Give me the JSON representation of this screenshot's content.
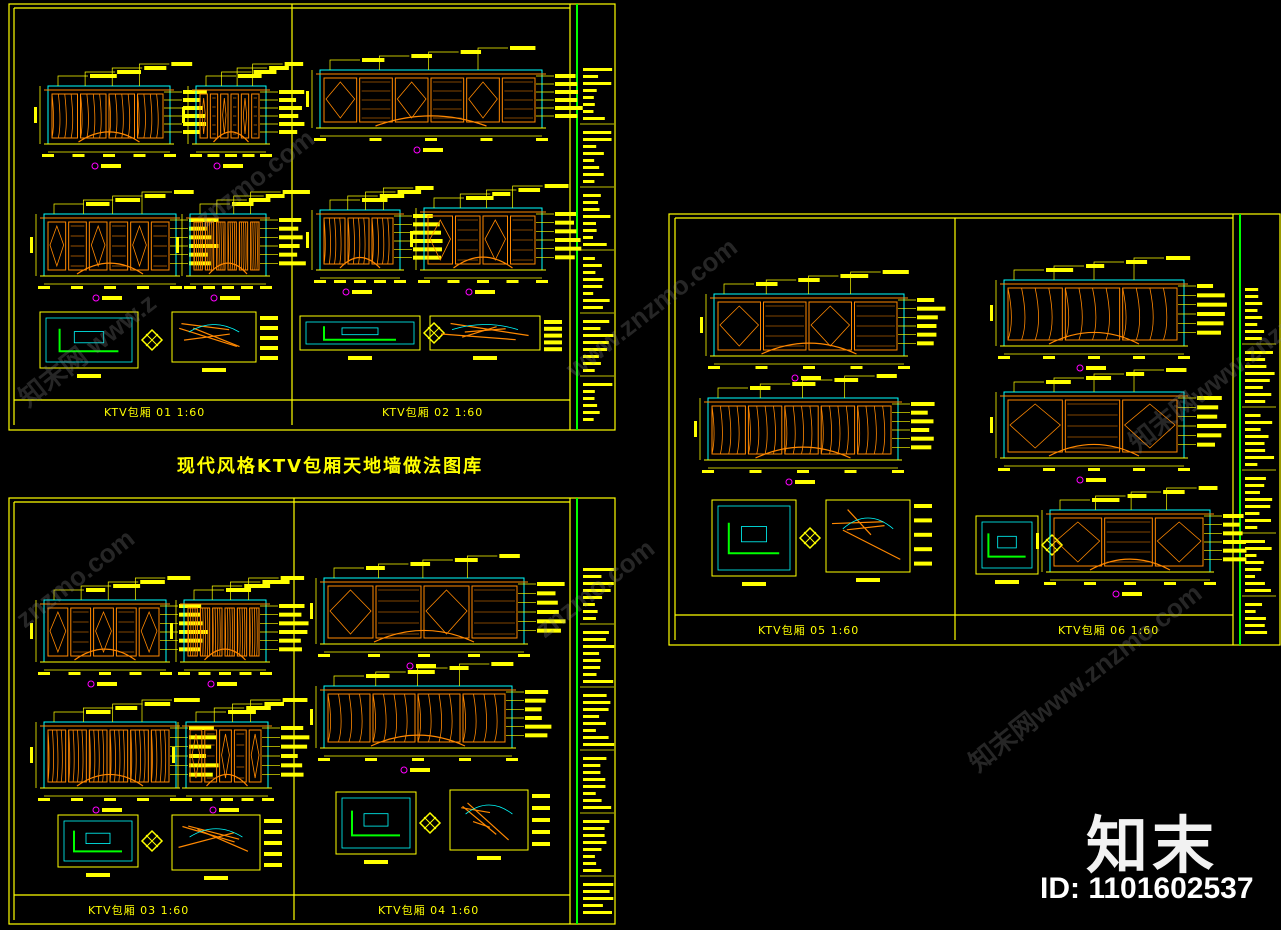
{
  "main_title": "现代风格KTV包厢天地墙做法图库",
  "sheets": [
    {
      "label": "KTV包厢 01 1:60"
    },
    {
      "label": "KTV包厢 02 1:60"
    },
    {
      "label": "KTV包厢 03 1:60"
    },
    {
      "label": "KTV包厢 04 1:60"
    },
    {
      "label": "KTV包厢 05 1:60"
    },
    {
      "label": "KTV包厢 06 1:60"
    }
  ],
  "brand": {
    "name": "知末",
    "id_text": "ID: 1101602537"
  },
  "watermarks": [
    "znzmo.com",
    "www.znzmo.com",
    "知末网www.znzmo.com",
    "知末网 www.z",
    "知末网www.znzm"
  ],
  "colors": {
    "frame": "#ffff00",
    "wood": "#ff8800",
    "accent_green": "#00ff00",
    "cyan": "#00ffff",
    "magenta": "#ff00ff",
    "background": "#000000"
  }
}
